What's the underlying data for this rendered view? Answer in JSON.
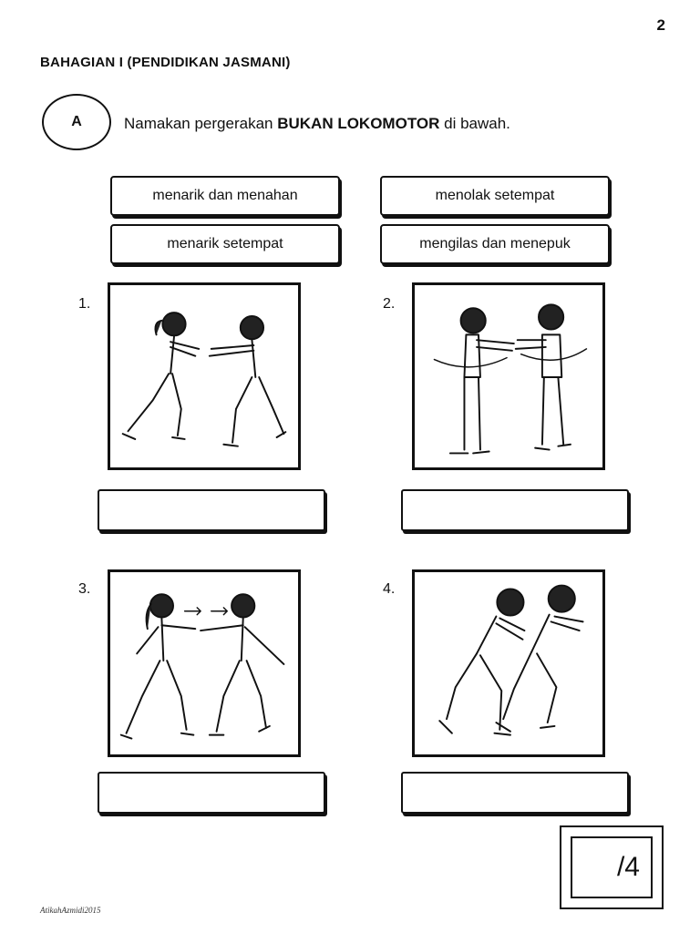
{
  "page_number": "2",
  "section_title": "BAHAGIAN I (PENDIDIKAN JASMANI)",
  "exercise_letter": "A",
  "instruction": {
    "prefix": "Namakan pergerakan ",
    "bold": "BUKAN LOKOMOTOR",
    "suffix": " di bawah."
  },
  "options": [
    "menarik dan menahan",
    "menolak setempat",
    "menarik setempat",
    "mengilas dan menepuk"
  ],
  "questions": [
    {
      "number": "1.",
      "illustration": "two-girls-pushing-palms"
    },
    {
      "number": "2.",
      "illustration": "two-boys-twisting-clapping"
    },
    {
      "number": "3.",
      "illustration": "two-girls-pulling-hands"
    },
    {
      "number": "4.",
      "illustration": "two-boys-pushing"
    }
  ],
  "score": "/4",
  "author": "AtikahAzmidi2015"
}
